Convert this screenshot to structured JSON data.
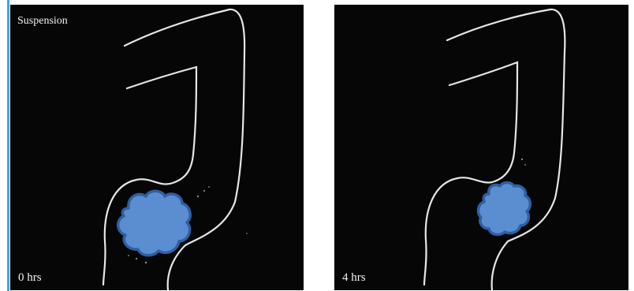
{
  "colors": {
    "background": "#060606",
    "outline": "#e6e6e6",
    "blob_fill": "#5b8ed0",
    "blob_stroke": "#2f5fa3",
    "accent_rule": "#35a7e4"
  },
  "panels": [
    {
      "title": "Suspension",
      "time_label": "0 hrs"
    },
    {
      "title": "",
      "time_label": "4 hrs"
    }
  ]
}
